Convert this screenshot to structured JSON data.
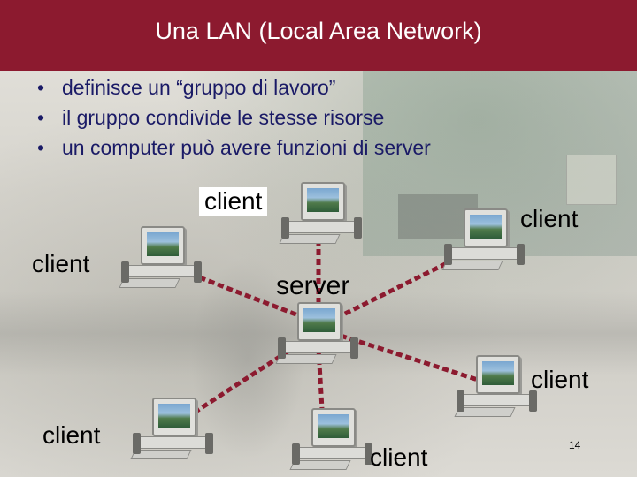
{
  "slide": {
    "title": "Una LAN (Local Area Network)",
    "bullets": [
      "definisce un “gruppo di lavoro”",
      "il gruppo condivide le stesse risorse",
      "un computer può avere funzioni di server"
    ],
    "bullet_marker": "•",
    "page_number": "14",
    "accent_color": "#8c1a2f",
    "link_color": "#8c1a2f"
  },
  "network": {
    "server_label": "server",
    "client_labels": [
      "client",
      "client",
      "client",
      "client",
      "client",
      "client"
    ]
  }
}
